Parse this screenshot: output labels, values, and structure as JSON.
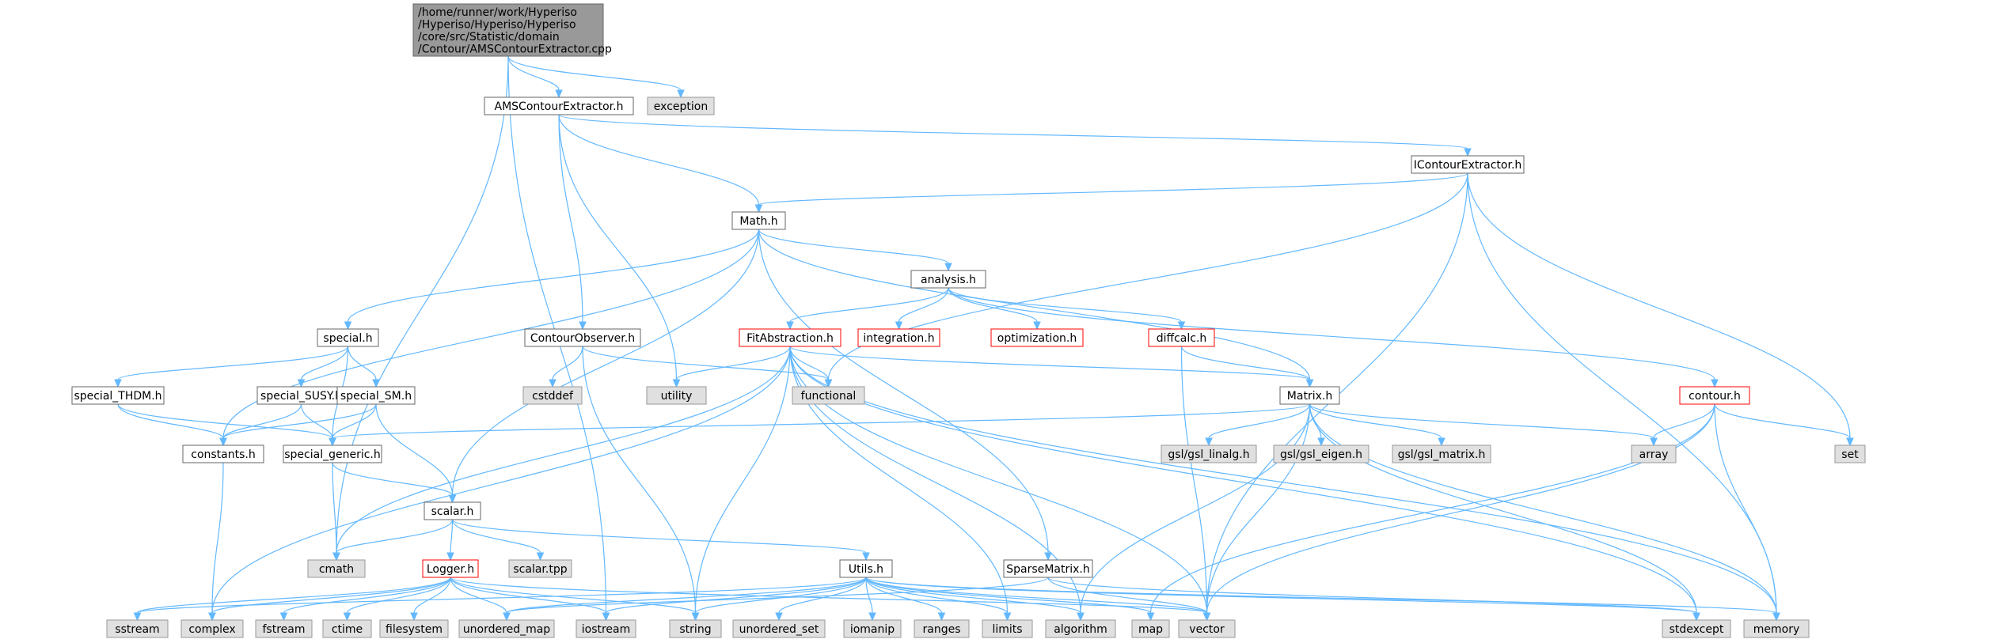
{
  "colors": {
    "root_fill": "#999999",
    "root_border": "#666666",
    "file_fill": "#ffffff",
    "file_border": "#666666",
    "system_fill": "#e0e0e0",
    "system_border": "#999999",
    "truncated_border": "#ff0000",
    "edge": "#63b8ff"
  },
  "nodes": [
    {
      "id": "root",
      "kind": "root",
      "label": [
        "/home/runner/work/Hyperiso",
        "/Hyperiso/Hyperiso/Hyperiso",
        "/core/src/Statistic/domain",
        "/Contour/AMSContourExtractor.cpp"
      ]
    },
    {
      "id": "ams_h",
      "kind": "file",
      "label": [
        "AMSContourExtractor.h"
      ]
    },
    {
      "id": "exception",
      "kind": "system",
      "label": [
        "exception"
      ]
    },
    {
      "id": "icontour_h",
      "kind": "file",
      "label": [
        "IContourExtractor.h"
      ]
    },
    {
      "id": "math_h",
      "kind": "file",
      "label": [
        "Math.h"
      ]
    },
    {
      "id": "analysis_h",
      "kind": "file",
      "label": [
        "analysis.h"
      ]
    },
    {
      "id": "special_h",
      "kind": "file",
      "label": [
        "special.h"
      ]
    },
    {
      "id": "contourobserver_h",
      "kind": "file",
      "label": [
        "ContourObserver.h"
      ]
    },
    {
      "id": "fitabstraction_h",
      "kind": "truncated",
      "label": [
        "FitAbstraction.h"
      ]
    },
    {
      "id": "integration_h",
      "kind": "truncated",
      "label": [
        "integration.h"
      ]
    },
    {
      "id": "optimization_h",
      "kind": "truncated",
      "label": [
        "optimization.h"
      ]
    },
    {
      "id": "diffcalc_h",
      "kind": "truncated",
      "label": [
        "diffcalc.h"
      ]
    },
    {
      "id": "special_thdm_h",
      "kind": "file",
      "label": [
        "special_THDM.h"
      ]
    },
    {
      "id": "special_susy_h",
      "kind": "file",
      "label": [
        "special_SUSY.h"
      ]
    },
    {
      "id": "special_sm_h",
      "kind": "file",
      "label": [
        "special_SM.h"
      ]
    },
    {
      "id": "cstddef",
      "kind": "system",
      "label": [
        "cstddef"
      ]
    },
    {
      "id": "utility",
      "kind": "system",
      "label": [
        "utility"
      ]
    },
    {
      "id": "functional",
      "kind": "system",
      "label": [
        "functional"
      ]
    },
    {
      "id": "matrix_h",
      "kind": "file",
      "label": [
        "Matrix.h"
      ]
    },
    {
      "id": "contour_h",
      "kind": "truncated",
      "label": [
        "contour.h"
      ]
    },
    {
      "id": "constants_h",
      "kind": "file",
      "label": [
        "constants.h"
      ]
    },
    {
      "id": "special_generic_h",
      "kind": "file",
      "label": [
        "special_generic.h"
      ]
    },
    {
      "id": "gsl_linalg",
      "kind": "system",
      "label": [
        "gsl/gsl_linalg.h"
      ]
    },
    {
      "id": "gsl_eigen",
      "kind": "system",
      "label": [
        "gsl/gsl_eigen.h"
      ]
    },
    {
      "id": "gsl_matrix",
      "kind": "system",
      "label": [
        "gsl/gsl_matrix.h"
      ]
    },
    {
      "id": "array",
      "kind": "system",
      "label": [
        "array"
      ]
    },
    {
      "id": "set",
      "kind": "system",
      "label": [
        "set"
      ]
    },
    {
      "id": "scalar_h",
      "kind": "file",
      "label": [
        "scalar.h"
      ]
    },
    {
      "id": "cmath",
      "kind": "system",
      "label": [
        "cmath"
      ]
    },
    {
      "id": "scalar_tpp",
      "kind": "system",
      "label": [
        "scalar.tpp"
      ]
    },
    {
      "id": "logger_h",
      "kind": "truncated",
      "label": [
        "Logger.h"
      ]
    },
    {
      "id": "utils_h",
      "kind": "file",
      "label": [
        "Utils.h"
      ]
    },
    {
      "id": "sparsematrix_h",
      "kind": "file",
      "label": [
        "SparseMatrix.h"
      ]
    },
    {
      "id": "sstream",
      "kind": "system",
      "label": [
        "sstream"
      ]
    },
    {
      "id": "complex",
      "kind": "system",
      "label": [
        "complex"
      ]
    },
    {
      "id": "fstream",
      "kind": "system",
      "label": [
        "fstream"
      ]
    },
    {
      "id": "ctime",
      "kind": "system",
      "label": [
        "ctime"
      ]
    },
    {
      "id": "filesystem",
      "kind": "system",
      "label": [
        "filesystem"
      ]
    },
    {
      "id": "unordered_map",
      "kind": "system",
      "label": [
        "unordered_map"
      ]
    },
    {
      "id": "iostream",
      "kind": "system",
      "label": [
        "iostream"
      ]
    },
    {
      "id": "string",
      "kind": "system",
      "label": [
        "string"
      ]
    },
    {
      "id": "unordered_set",
      "kind": "system",
      "label": [
        "unordered_set"
      ]
    },
    {
      "id": "iomanip",
      "kind": "system",
      "label": [
        "iomanip"
      ]
    },
    {
      "id": "ranges",
      "kind": "system",
      "label": [
        "ranges"
      ]
    },
    {
      "id": "limits",
      "kind": "system",
      "label": [
        "limits"
      ]
    },
    {
      "id": "algorithm",
      "kind": "system",
      "label": [
        "algorithm"
      ]
    },
    {
      "id": "map",
      "kind": "system",
      "label": [
        "map"
      ]
    },
    {
      "id": "vector",
      "kind": "system",
      "label": [
        "vector"
      ]
    },
    {
      "id": "stdexcept",
      "kind": "system",
      "label": [
        "stdexcept"
      ]
    },
    {
      "id": "memory",
      "kind": "system",
      "label": [
        "memory"
      ]
    }
  ],
  "edges": [
    [
      "root",
      "ams_h"
    ],
    [
      "root",
      "exception"
    ],
    [
      "root",
      "cmath"
    ],
    [
      "root",
      "iostream"
    ],
    [
      "ams_h",
      "icontour_h"
    ],
    [
      "ams_h",
      "math_h"
    ],
    [
      "ams_h",
      "contourobserver_h"
    ],
    [
      "ams_h",
      "utility"
    ],
    [
      "icontour_h",
      "math_h"
    ],
    [
      "icontour_h",
      "functional"
    ],
    [
      "icontour_h",
      "set"
    ],
    [
      "icontour_h",
      "vector"
    ],
    [
      "icontour_h",
      "memory"
    ],
    [
      "math_h",
      "analysis_h"
    ],
    [
      "math_h",
      "special_h"
    ],
    [
      "math_h",
      "matrix_h"
    ],
    [
      "math_h",
      "sparsematrix_h"
    ],
    [
      "math_h",
      "constants_h"
    ],
    [
      "math_h",
      "scalar_h"
    ],
    [
      "analysis_h",
      "fitabstraction_h"
    ],
    [
      "analysis_h",
      "integration_h"
    ],
    [
      "analysis_h",
      "optimization_h"
    ],
    [
      "analysis_h",
      "diffcalc_h"
    ],
    [
      "analysis_h",
      "contour_h"
    ],
    [
      "special_h",
      "special_thdm_h"
    ],
    [
      "special_h",
      "special_susy_h"
    ],
    [
      "special_h",
      "special_sm_h"
    ],
    [
      "special_h",
      "special_generic_h"
    ],
    [
      "special_thdm_h",
      "constants_h"
    ],
    [
      "special_thdm_h",
      "special_generic_h"
    ],
    [
      "special_susy_h",
      "constants_h"
    ],
    [
      "special_susy_h",
      "special_generic_h"
    ],
    [
      "special_sm_h",
      "constants_h"
    ],
    [
      "special_sm_h",
      "special_generic_h"
    ],
    [
      "special_sm_h",
      "scalar_h"
    ],
    [
      "contourobserver_h",
      "cstddef"
    ],
    [
      "contourobserver_h",
      "functional"
    ],
    [
      "contourobserver_h",
      "string"
    ],
    [
      "fitabstraction_h",
      "utility"
    ],
    [
      "fitabstraction_h",
      "functional"
    ],
    [
      "fitabstraction_h",
      "matrix_h"
    ],
    [
      "fitabstraction_h",
      "cmath"
    ],
    [
      "fitabstraction_h",
      "complex"
    ],
    [
      "fitabstraction_h",
      "string"
    ],
    [
      "fitabstraction_h",
      "limits"
    ],
    [
      "fitabstraction_h",
      "algorithm"
    ],
    [
      "fitabstraction_h",
      "vector"
    ],
    [
      "fitabstraction_h",
      "memory"
    ],
    [
      "fitabstraction_h",
      "stdexcept"
    ],
    [
      "diffcalc_h",
      "matrix_h"
    ],
    [
      "diffcalc_h",
      "vector"
    ],
    [
      "matrix_h",
      "special_generic_h"
    ],
    [
      "matrix_h",
      "gsl_linalg"
    ],
    [
      "matrix_h",
      "gsl_eigen"
    ],
    [
      "matrix_h",
      "gsl_matrix"
    ],
    [
      "matrix_h",
      "array"
    ],
    [
      "matrix_h",
      "algorithm"
    ],
    [
      "matrix_h",
      "vector"
    ],
    [
      "matrix_h",
      "stdexcept"
    ],
    [
      "matrix_h",
      "memory"
    ],
    [
      "contour_h",
      "array"
    ],
    [
      "contour_h",
      "set"
    ],
    [
      "contour_h",
      "map"
    ],
    [
      "contour_h",
      "vector"
    ],
    [
      "contour_h",
      "memory"
    ],
    [
      "constants_h",
      "complex"
    ],
    [
      "special_generic_h",
      "scalar_h"
    ],
    [
      "special_generic_h",
      "cmath"
    ],
    [
      "scalar_h",
      "cmath"
    ],
    [
      "scalar_h",
      "scalar_tpp"
    ],
    [
      "scalar_h",
      "logger_h"
    ],
    [
      "scalar_h",
      "utils_h"
    ],
    [
      "logger_h",
      "sstream"
    ],
    [
      "logger_h",
      "complex"
    ],
    [
      "logger_h",
      "fstream"
    ],
    [
      "logger_h",
      "ctime"
    ],
    [
      "logger_h",
      "filesystem"
    ],
    [
      "logger_h",
      "unordered_map"
    ],
    [
      "logger_h",
      "iostream"
    ],
    [
      "logger_h",
      "string"
    ],
    [
      "logger_h",
      "vector"
    ],
    [
      "utils_h",
      "sstream"
    ],
    [
      "utils_h",
      "unordered_map"
    ],
    [
      "utils_h",
      "iostream"
    ],
    [
      "utils_h",
      "string"
    ],
    [
      "utils_h",
      "unordered_set"
    ],
    [
      "utils_h",
      "iomanip"
    ],
    [
      "utils_h",
      "ranges"
    ],
    [
      "utils_h",
      "limits"
    ],
    [
      "utils_h",
      "algorithm"
    ],
    [
      "utils_h",
      "map"
    ],
    [
      "utils_h",
      "vector"
    ],
    [
      "utils_h",
      "stdexcept"
    ],
    [
      "utils_h",
      "memory"
    ],
    [
      "sparsematrix_h",
      "unordered_map"
    ],
    [
      "sparsematrix_h",
      "vector"
    ],
    [
      "sparsematrix_h",
      "stdexcept"
    ]
  ]
}
